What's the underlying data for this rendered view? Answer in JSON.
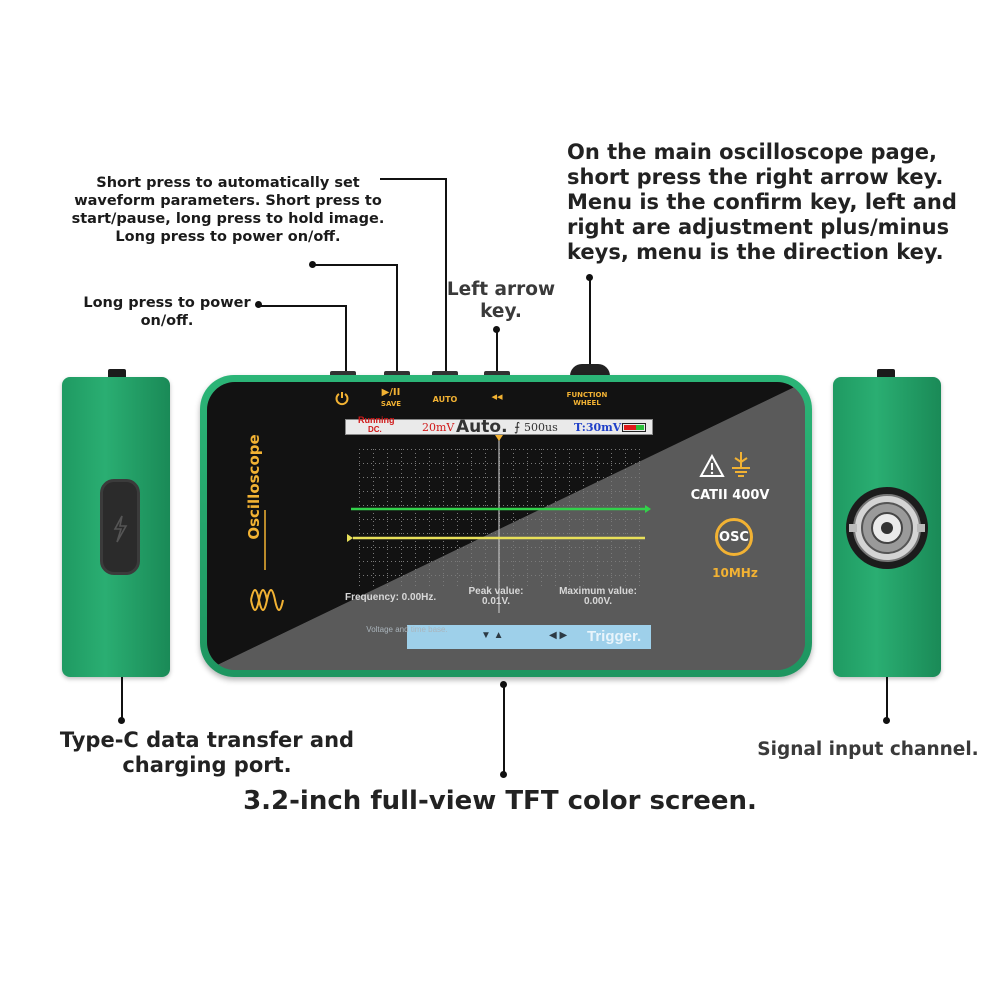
{
  "annotations": {
    "auto_button": "Short press to automatically set waveform parameters. Short press to start/pause, long press to hold image. Long press to power on/off.",
    "power_button": "Long press to power on/off.",
    "left_arrow": "Left arrow key.",
    "function_wheel": "On the main oscilloscope page, short press the right arrow key. Menu is the confirm key, left and right are adjustment plus/minus keys, menu is the direction key.",
    "type_c": "Type-C data transfer and charging port.",
    "screen": "3.2-inch full-view TFT color screen.",
    "signal_input": "Signal input channel."
  },
  "device": {
    "brand_label": "Oscilloscope",
    "buttons": {
      "save": "SAVE",
      "auto": "AUTO",
      "left_arrow": "◂◂",
      "function_wheel": "FUNCTION WHEEL",
      "play_pause": "▶/II"
    },
    "rating": "CATII 400V",
    "mode": "OSC",
    "bandwidth": "10MHz",
    "colors": {
      "body": "#23a86b",
      "accent": "#f2b233",
      "ch1": "#32d14a",
      "ch2": "#e8e05a"
    }
  },
  "screen": {
    "status": {
      "run_state": "Running",
      "coupling": "DC.",
      "volts_div": "20mV",
      "mode": "Auto.",
      "trigger_edge": "⨍",
      "time_div": "500us",
      "trigger_level": "T:30mV"
    },
    "measurements": {
      "frequency": "Frequency: 0.00Hz.",
      "peak_label": "Peak value:",
      "peak_value": "0.01V.",
      "max_label": "Maximum value:",
      "max_value": "0.00V."
    },
    "bottom_bar": {
      "hint": "Voltage and time base.",
      "up_down": "▼ ▲",
      "left_right": "◀ ▶",
      "trigger": "Trigger."
    }
  }
}
